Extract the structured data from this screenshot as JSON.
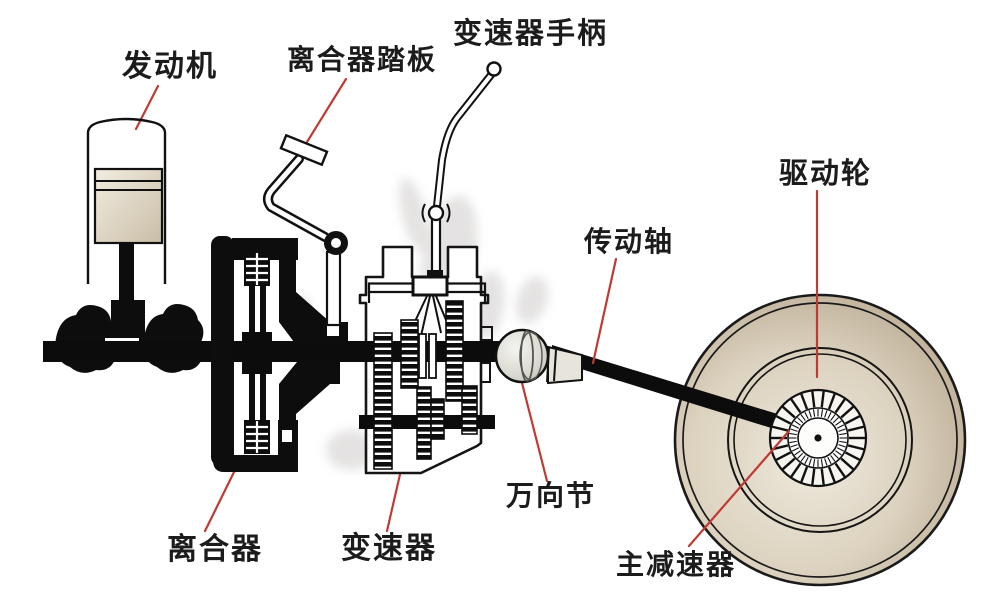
{
  "labels": {
    "engine": "发动机",
    "clutch_pedal": "离合器踏板",
    "gear_lever": "变速器手柄",
    "drive_wheel": "驱动轮",
    "drive_shaft": "传动轴",
    "universal_joint": "万向节",
    "clutch": "离合器",
    "transmission": "变速器",
    "final_drive": "主减速器"
  },
  "colors": {
    "leader_line": "#c03a34",
    "part_black": "#111111",
    "metal_light": "#efe9db",
    "metal_dark": "#978a76",
    "background": "#ffffff"
  }
}
